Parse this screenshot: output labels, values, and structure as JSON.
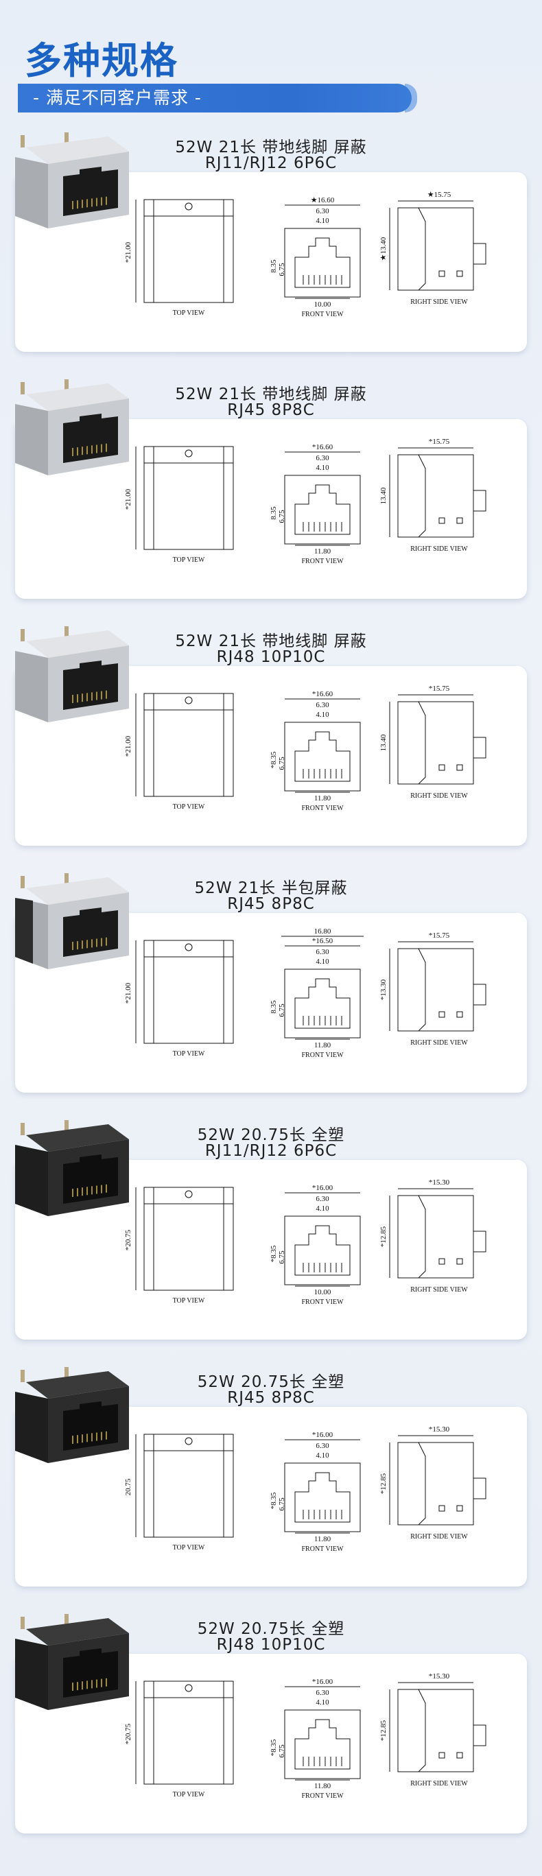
{
  "header": {
    "title": "多种规格",
    "subtitle": "- 满足不同客户需求 -"
  },
  "view_labels": {
    "top": "TOP VIEW",
    "front": "FRONT VIEW",
    "side": "RIGHT SIDE VIEW"
  },
  "products": [
    {
      "line1": "52W  21长  带地线脚  屏蔽",
      "line2": "RJ11/RJ12  6P6C",
      "finish": "metal",
      "dims": {
        "height": "*21.00",
        "width": "★16.60",
        "inner": "6.30",
        "slot": "4.10",
        "h1": "8.35",
        "h2": "6.75",
        "bottom": "10.00",
        "depth": "★15.75",
        "side_h": "★13.40"
      }
    },
    {
      "line1": "52W  21长  带地线脚  屏蔽",
      "line2": "RJ45  8P8C",
      "finish": "metal",
      "dims": {
        "height": "*21.00",
        "width": "*16.60",
        "inner": "6.30",
        "slot": "4.10",
        "h1": "8.35",
        "h2": "6.75",
        "bottom": "11.80",
        "depth": "*15.75",
        "side_h": "13.40"
      }
    },
    {
      "line1": "52W  21长  带地线脚  屏蔽",
      "line2": "RJ48  10P10C",
      "finish": "metal",
      "dims": {
        "height": "*21.00",
        "width": "*16.60",
        "inner": "6.30",
        "slot": "4.10",
        "h1": "*8.35",
        "h2": "6.75",
        "bottom": "11.80",
        "depth": "*15.75",
        "side_h": "13.40"
      }
    },
    {
      "line1": "52W  21长  半包屏蔽",
      "line2": "RJ45  8P8C",
      "finish": "half",
      "dims": {
        "height": "*21.00",
        "outer": "16.80",
        "width": "*16.50",
        "inner": "6.30",
        "slot": "4.10",
        "h1": "8.35",
        "h2": "6.75",
        "bottom": "11.80",
        "depth": "*15.75",
        "side_h": "*13.30"
      }
    },
    {
      "line1": "52W  20.75长  全塑",
      "line2": "RJ11/RJ12  6P6C",
      "finish": "plastic",
      "dims": {
        "height": "*20.75",
        "width": "*16.00",
        "inner": "6.30",
        "slot": "4.10",
        "h1": "*8.35",
        "h2": "6.75",
        "bottom": "10.00",
        "depth": "*15.30",
        "side_h": "*12.85"
      }
    },
    {
      "line1": "52W  20.75长  全塑",
      "line2": "RJ45  8P8C",
      "finish": "plastic",
      "dims": {
        "height": "20.75",
        "width": "*16.00",
        "inner": "6.30",
        "slot": "4.10",
        "h1": "*8.35",
        "h2": "6.75",
        "bottom": "11.80",
        "depth": "*15.30",
        "side_h": "*12.85"
      }
    },
    {
      "line1": "52W  20.75长  全塑",
      "line2": "RJ48  10P10C",
      "finish": "plastic",
      "dims": {
        "height": "*20.75",
        "width": "*16.00",
        "inner": "6.30",
        "slot": "4.10",
        "h1": "*8.35",
        "h2": "6.75",
        "bottom": "11.80",
        "depth": "*15.30",
        "side_h": "*12.85"
      }
    }
  ],
  "colors": {
    "title": "#1a63c4",
    "subtitle_bg": "#3677d6",
    "card": "#ffffff",
    "metal": "#c9ccd0",
    "plastic": "#2a2a2a"
  }
}
